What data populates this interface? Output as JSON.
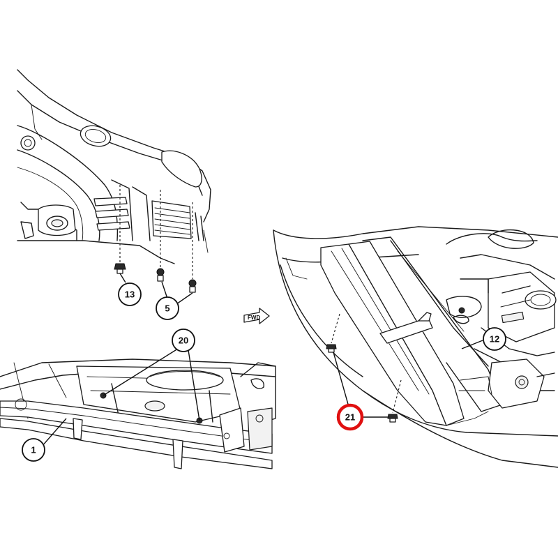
{
  "callouts": [
    {
      "id": "c1",
      "label": "1",
      "highlight": false
    },
    {
      "id": "c5",
      "label": "5",
      "highlight": false
    },
    {
      "id": "c12",
      "label": "12",
      "highlight": false
    },
    {
      "id": "c13",
      "label": "13",
      "highlight": false
    },
    {
      "id": "c20",
      "label": "20",
      "highlight": false
    },
    {
      "id": "c21",
      "label": "21",
      "highlight": true
    }
  ],
  "direction_arrow": {
    "label": "FWD"
  },
  "colors": {
    "highlight": "#e01010",
    "line": "#1a1a1a",
    "background": "#ffffff"
  }
}
